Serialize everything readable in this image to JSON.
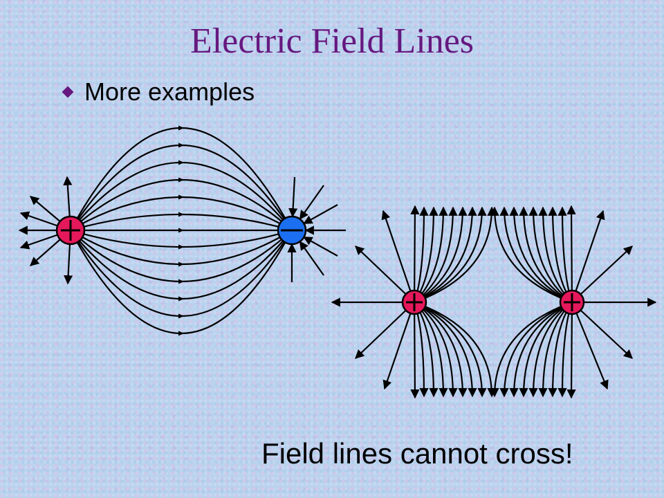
{
  "slide": {
    "title": "Electric Field Lines",
    "bullet": "More examples",
    "caption": "Field lines cannot cross!"
  },
  "diagrams": {
    "dipole": {
      "left_charge": {
        "sign": "+",
        "color": "#e5185b"
      },
      "right_charge": {
        "sign": "−",
        "color": "#1b6ff0"
      }
    },
    "like_charges": {
      "left_charge": {
        "sign": "+",
        "color": "#e5185b"
      },
      "right_charge": {
        "sign": "+",
        "color": "#e5185b"
      }
    }
  },
  "colors": {
    "title": "#66197f",
    "background": "#b9d2ee",
    "lines": "#000000"
  }
}
